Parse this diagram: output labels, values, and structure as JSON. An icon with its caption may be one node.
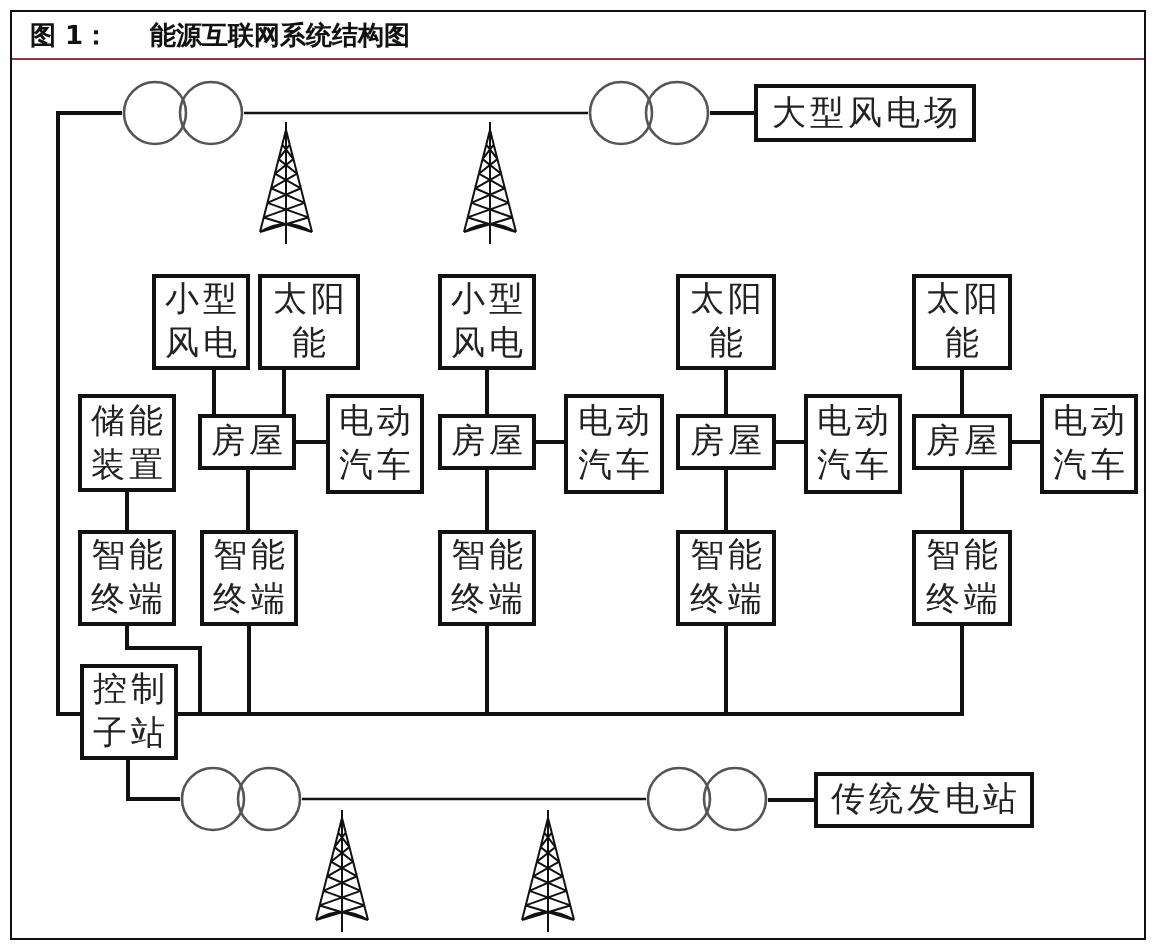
{
  "diagram": {
    "title": "能源互联网系统结构图",
    "nodes": [
      {
        "text": [
          "大型风电场"
        ]
      },
      {
        "text": [],
        "shape": "circle"
      },
      {
        "text": [],
        "shape": "circle"
      },
      {
        "text": [
          "小型风电"
        ]
      },
      {
        "text": [
          "太阳能"
        ]
      },
      {
        "text": [
          "小型风电"
        ]
      },
      {
        "text": [
          "太阳能"
        ]
      },
      {
        "text": [
          "太阳能"
        ]
      },
      {
        "text": [
          "储能装置"
        ]
      },
      {
        "text": [
          "房屋"
        ]
      },
      {
        "text": [
          "电动汽车"
        ]
      },
      {
        "text": [
          "房屋"
        ]
      },
      {
        "text": [
          "电动汽车"
        ]
      },
      {
        "text": [
          "房屋"
        ]
      },
      {
        "text": [
          "电动汽车"
        ]
      },
      {
        "text": [
          "房屋"
        ]
      },
      {
        "text": [
          "电动汽车"
        ]
      },
      {
        "text": [
          "智能终端"
        ]
      },
      {
        "text": [
          "智能终端"
        ]
      },
      {
        "text": [
          "智能终端"
        ]
      },
      {
        "text": [
          "智能终端"
        ]
      },
      {
        "text": [
          "智能终端"
        ]
      },
      {
        "text": [
          "控制子站"
        ]
      },
      {
        "text": [],
        "shape": "circle"
      },
      {
        "text": [],
        "shape": "circle"
      },
      {
        "text": [
          "传统发电站"
        ]
      }
    ],
    "edges": [
      {
        "from": 1,
        "to": 2,
        "arrow": "none"
      },
      {
        "from": 2,
        "to": 0,
        "arrow": "none"
      },
      {
        "from": 3,
        "to": 9,
        "arrow": "none"
      },
      {
        "from": 4,
        "to": 9,
        "arrow": "none"
      },
      {
        "from": 9,
        "to": 10,
        "arrow": "none"
      },
      {
        "from": 5,
        "to": 11,
        "arrow": "none"
      },
      {
        "from": 11,
        "to": 12,
        "arrow": "none"
      },
      {
        "from": 6,
        "to": 13,
        "arrow": "none"
      },
      {
        "from": 13,
        "to": 14,
        "arrow": "none"
      },
      {
        "from": 7,
        "to": 15,
        "arrow": "none"
      },
      {
        "from": 15,
        "to": 16,
        "arrow": "none"
      },
      {
        "from": 8,
        "to": 17,
        "arrow": "none"
      },
      {
        "from": 9,
        "to": 18,
        "arrow": "none"
      },
      {
        "from": 11,
        "to": 19,
        "arrow": "none"
      },
      {
        "from": 13,
        "to": 20,
        "arrow": "none"
      },
      {
        "from": 15,
        "to": 21,
        "arrow": "none"
      },
      {
        "from": 17,
        "to": 22,
        "arrow": "none"
      },
      {
        "from": 18,
        "to": 22,
        "arrow": "none"
      },
      {
        "from": 19,
        "to": 22,
        "arrow": "none"
      },
      {
        "from": 20,
        "to": 22,
        "arrow": "none"
      },
      {
        "from": 21,
        "to": 22,
        "arrow": "none"
      },
      {
        "from": 1,
        "to": 22,
        "arrow": "none"
      },
      {
        "from": 22,
        "to": 23,
        "arrow": "none"
      },
      {
        "from": 23,
        "to": 24,
        "arrow": "none"
      },
      {
        "from": 24,
        "to": 25,
        "arrow": "none"
      }
    ],
    "labels": [
      "图 1："
    ]
  }
}
